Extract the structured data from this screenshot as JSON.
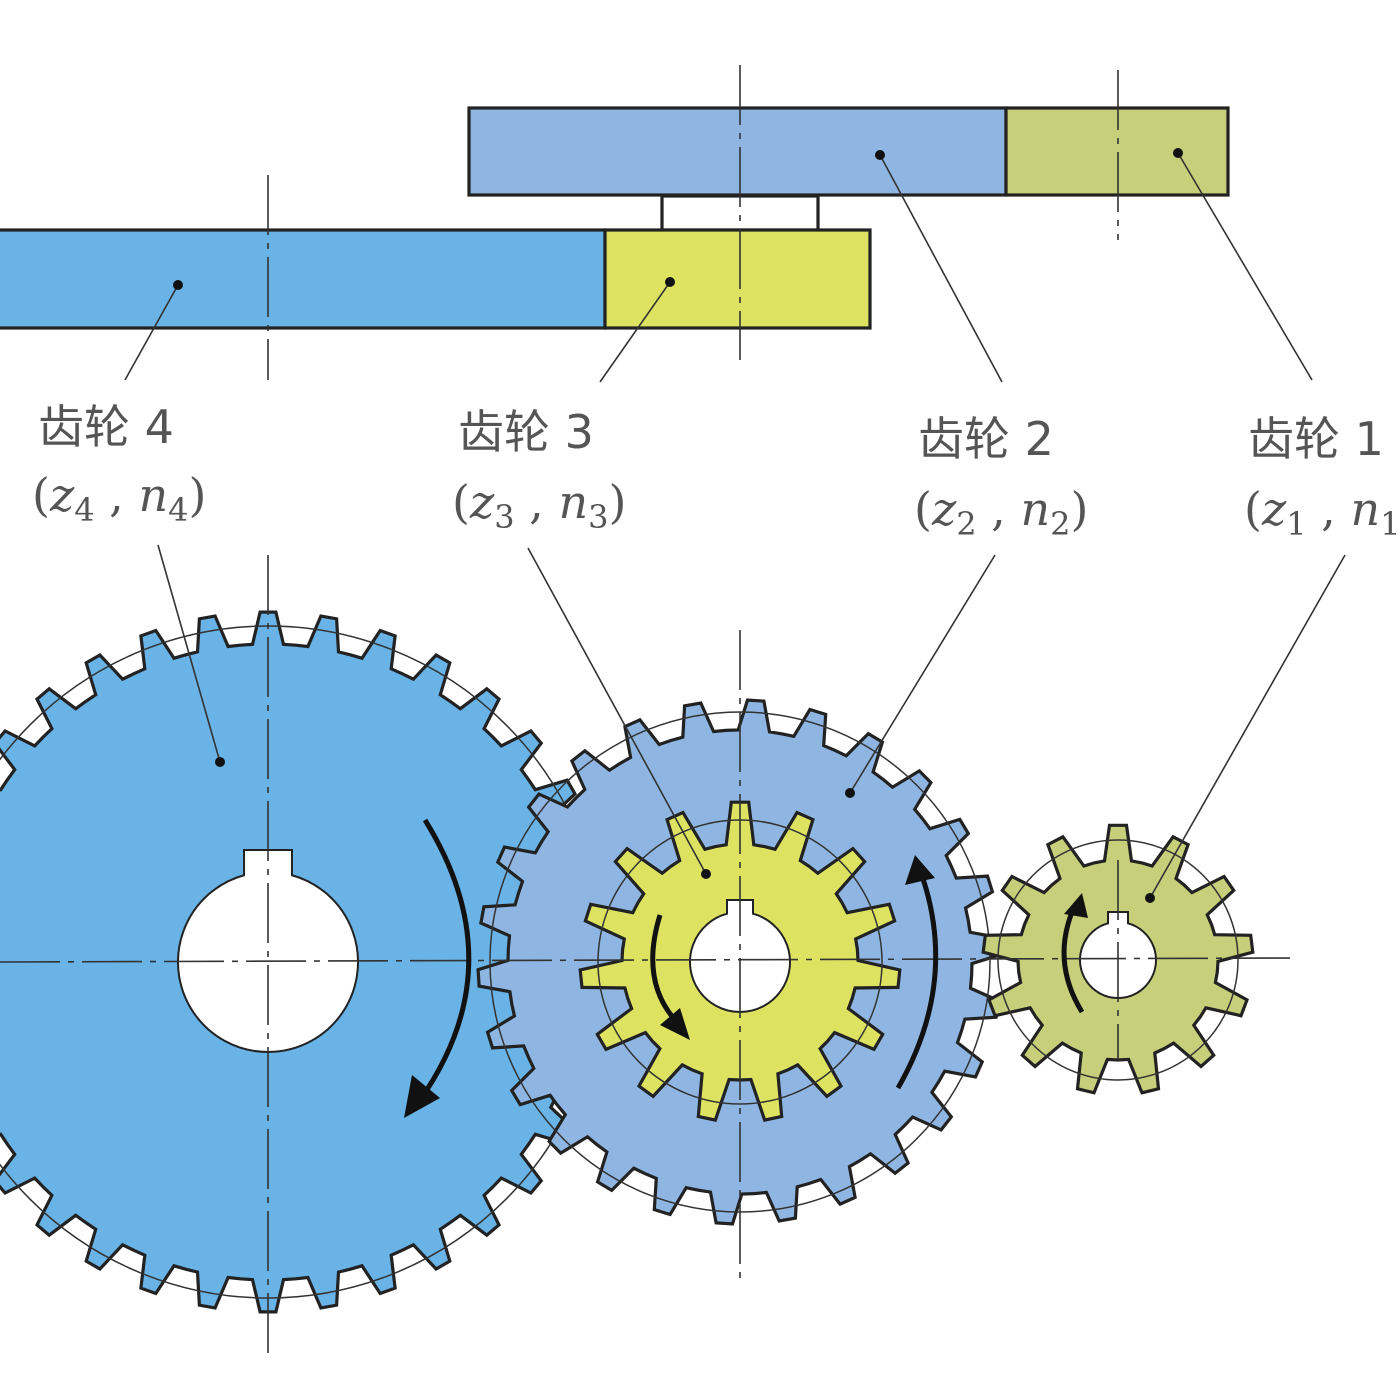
{
  "gears": [
    {
      "id": 1,
      "name": "齿轮 1",
      "z": "z",
      "n": "n",
      "sub": "1",
      "color": "#c8cf7a",
      "teeth": 13
    },
    {
      "id": 2,
      "name": "齿轮 2",
      "z": "z",
      "n": "n",
      "sub": "2",
      "color": "#8fb6e2",
      "teeth": 26
    },
    {
      "id": 3,
      "name": "齿轮 3",
      "z": "z",
      "n": "n",
      "sub": "3",
      "color": "#dde361",
      "teeth": 15
    },
    {
      "id": 4,
      "name": "齿轮 4",
      "z": "z",
      "n": "n",
      "sub": "4",
      "color": "#69b3e6",
      "teeth": 36
    }
  ],
  "colors": {
    "gear_large_blue": "#69b3e6",
    "gear_light_blue": "#8fb6e2",
    "gear_yellow": "#dde361",
    "gear_olive": "#c8cf7a",
    "outline": "#222222",
    "label_text": "#555555"
  }
}
